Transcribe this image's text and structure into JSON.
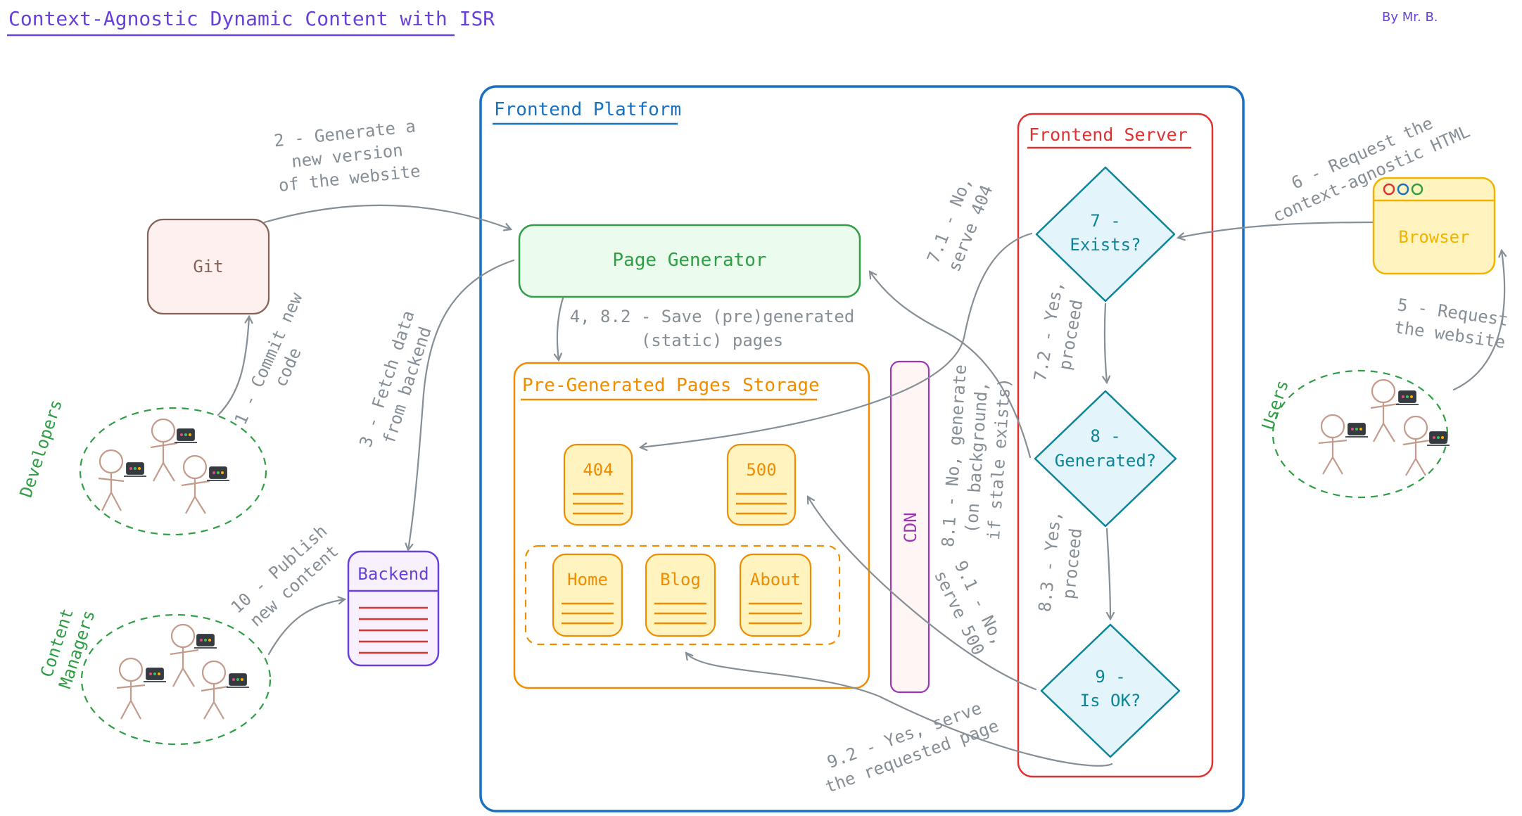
{
  "title": "Context-Agnostic Dynamic Content with ISR",
  "author": "By Mr. B.",
  "colors": {
    "title": "#6741d9",
    "platform": "#1971c2",
    "server": "#e03131",
    "generator": "#2f9e44",
    "storage": "#f08c00",
    "cdn": "#9c36b5",
    "decision": "#0c8599",
    "git": "#846358",
    "arrow": "#868e96",
    "actor": "#2f9e44",
    "browser": "#f0b400"
  },
  "platform": {
    "label": "Frontend Platform"
  },
  "server": {
    "label": "Frontend Server"
  },
  "generator": {
    "label": "Page Generator"
  },
  "storage": {
    "label": "Pre-Generated Pages Storage"
  },
  "pages": {
    "p404": "404",
    "p500": "500",
    "home": "Home",
    "blog": "Blog",
    "about": "About"
  },
  "cdn": {
    "label": "CDN"
  },
  "git": {
    "label": "Git"
  },
  "backend": {
    "label": "Backend"
  },
  "browser": {
    "label": "Browser"
  },
  "decisions": {
    "exists": [
      "7 -",
      "Exists?"
    ],
    "generated": [
      "8 -",
      "Generated?"
    ],
    "ok": [
      "9 -",
      "Is OK?"
    ]
  },
  "actors": {
    "developers": "Developers",
    "content_managers": [
      "Content",
      "Managers"
    ],
    "users": "Users"
  },
  "steps": {
    "s1": [
      "1 - Commit new",
      "code"
    ],
    "s2": [
      "2 - Generate a",
      "new version",
      "of the website"
    ],
    "s3": [
      "3 - Fetch data",
      "from backend"
    ],
    "s4": [
      "4, 8.2 - Save (pre)generated",
      "(static) pages"
    ],
    "s5": [
      "5 - Request",
      "the website"
    ],
    "s6": [
      "6 - Request the",
      "context-agnostic HTML"
    ],
    "s71": [
      "7.1 - No,",
      "serve 404"
    ],
    "s72": [
      "7.2 - Yes,",
      "proceed"
    ],
    "s81": [
      "8.1 - No, generate",
      "(on background,",
      "if stale exists)"
    ],
    "s83": [
      "8.3 - Yes,",
      "proceed"
    ],
    "s91": [
      "9.1 - No,",
      "serve 500"
    ],
    "s92": [
      "9.2 - Yes, serve",
      "the requested page"
    ],
    "s10": [
      "10 - Publish",
      "new content"
    ]
  }
}
